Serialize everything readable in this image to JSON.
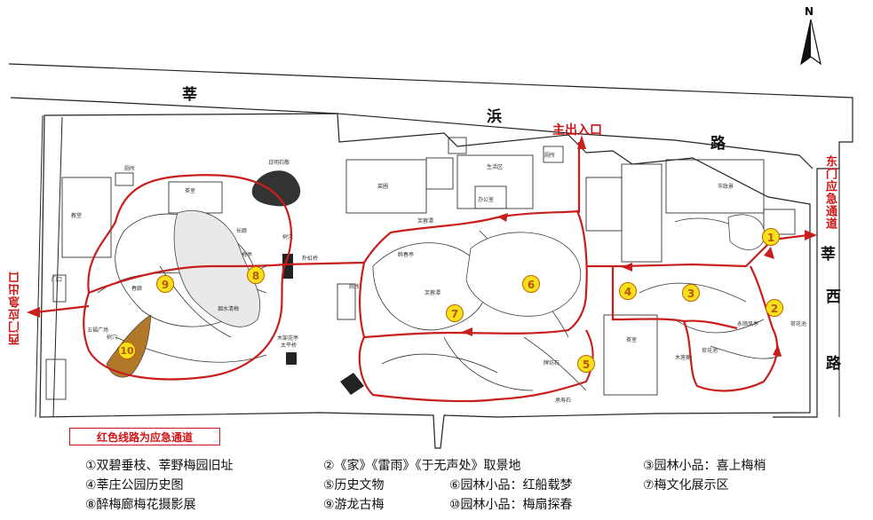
{
  "roads": {
    "north_1": "莘",
    "north_2": "浜",
    "north_3": "路",
    "east_1": "莘",
    "east_2": "西",
    "east_3": "路"
  },
  "compass": {
    "north": "N"
  },
  "entrances": {
    "main": "主出入口",
    "east_emergency": "东门应急通道",
    "west_exit": "西门应急出口"
  },
  "legend_note": "红色线路为应急通道",
  "pois": [
    "1",
    "2",
    "3",
    "4",
    "5",
    "6",
    "7",
    "8",
    "9",
    "10"
  ],
  "poi_list": [
    "①双碧垂枝、莘野梅园旧址",
    "②《家》《雷雨》《于无声处》取景地",
    "③园林小品：喜上梅梢",
    "④莘庄公园历史图",
    "⑤历史文物",
    "⑥园林小品：红船载梦",
    "⑦梅文化展示区",
    "⑧醉梅廊梅花摄影展",
    "⑨游龙古梅",
    "⑩园林小品：梅扇探春"
  ],
  "place_labels": {
    "jiaotang": "教堂",
    "cesuo_w": "厕所",
    "chashe": "茶室",
    "jiming": "日明石敬",
    "changlang": "长廊",
    "meiting": "梅亭",
    "shuxue_top": "树穴",
    "puhong": "朴虹桥",
    "chunlang": "春廊",
    "menkou": "门口",
    "wufu": "五福广场",
    "shuxue": "树穴",
    "muzhi": "木架花亭",
    "taiping": "太平桥",
    "qingshui": "烟水清梅",
    "caipu": "菜圃",
    "shenghuo": "生活区",
    "bangong": "办公室",
    "cesuo_m": "厕所",
    "furong": "芙蓉潭",
    "zuichun": "醉春亭",
    "cesuo_c": "厕所",
    "furong2": "芙蓉潭",
    "shiguan": "市政景",
    "yongfeng": "永顺风亭",
    "hehua": "荷花池",
    "hehua2": "荷花池",
    "mulianshe": "木莲榭",
    "chashi": "茶室",
    "pailou": "牌坊石",
    "chengshu": "承寿石"
  }
}
